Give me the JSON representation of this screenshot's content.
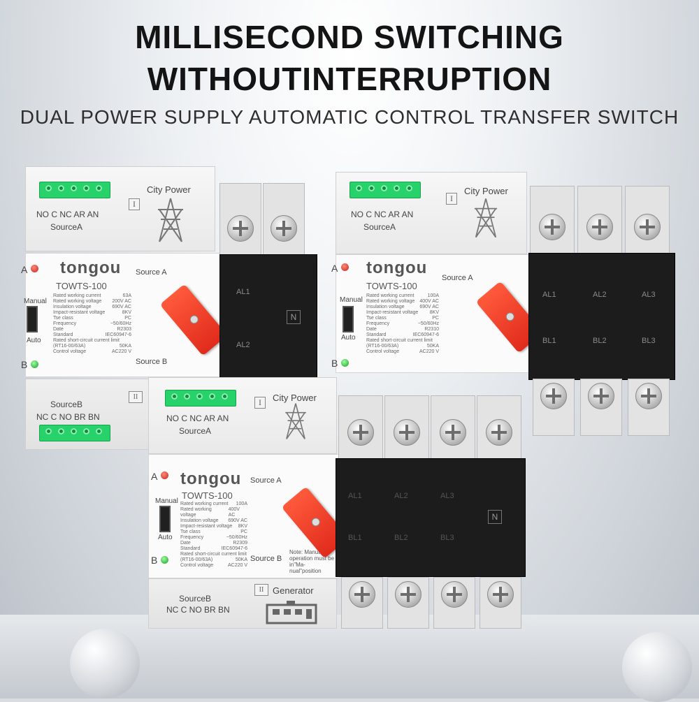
{
  "headline": {
    "line1": "MILLISECOND SWITCHING",
    "line2": "WITHOUTINTERRUPTION",
    "subline": "DUAL POWER SUPPLY AUTOMATIC CONTROL TRANSFER SWITCH"
  },
  "device": {
    "brand": "tongou",
    "model": "TOWTS-100",
    "city_power": "City Power",
    "generator": "Generator",
    "source_a_label": "Source A",
    "source_b_label": "Source B",
    "source_a_terminals": "NO C NC AR AN",
    "source_a_name": "SourceA",
    "source_b_terminals": "NC C NO BR BN",
    "source_b_name": "SourceB",
    "manual": "Manual",
    "auto": "Auto",
    "led_a": "A",
    "led_b": "B",
    "roman_1": "I",
    "roman_2": "II",
    "neutral": "N",
    "note": "Note: Manual operation must be in\"Ma-nual\"position",
    "spec_labels": [
      "Rated working current",
      "Rated working voltage",
      "Insulation voltage",
      "Impact-resistant voltage",
      "Tse class",
      "Frequency",
      "Date",
      "Standard",
      "Rated short-circuit current limit",
      "(RT16-00/63A)",
      "Control voltage"
    ],
    "variants": [
      {
        "current": "63A",
        "voltage": "200V AC",
        "date": "R2303",
        "short": "50KA"
      },
      {
        "current": "100A",
        "voltage": "400V AC",
        "date": "R2310",
        "short": "50KA"
      },
      {
        "current": "100A",
        "voltage": "400V AC",
        "date": "R2309",
        "short": "50KA"
      }
    ],
    "common_spec_values": {
      "insulation": "690V AC",
      "impact": "8KV",
      "tse": "PC",
      "freq": "~50/60Hz",
      "standard": "IEC60947-6",
      "control": "AC220 V"
    },
    "terminal_labels_a": [
      "AL1",
      "AL2",
      "AL3"
    ],
    "terminal_labels_b": [
      "BL1",
      "BL2",
      "BL3"
    ]
  }
}
